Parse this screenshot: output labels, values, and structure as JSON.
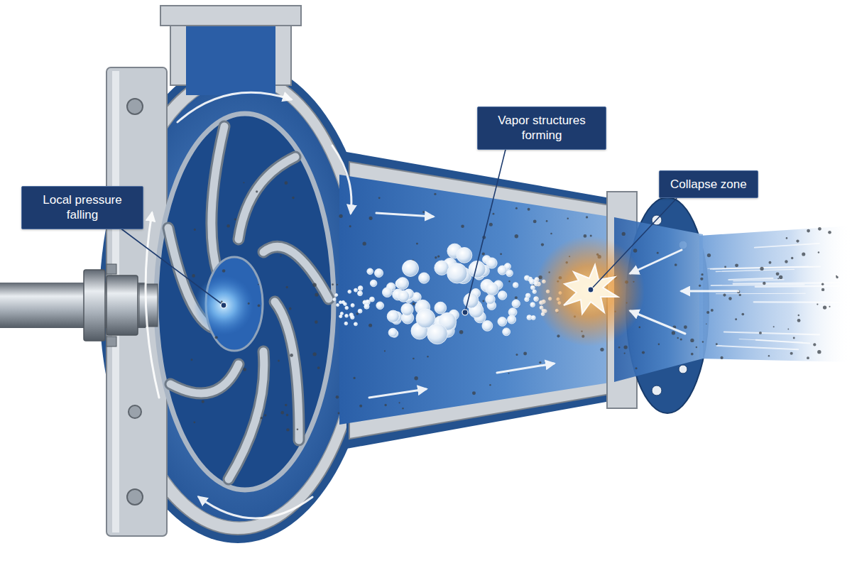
{
  "diagram": {
    "nodes": [
      {
        "text": [
          "Local pressure falling"
        ]
      },
      {
        "text": [
          "Vapor structures forming"
        ]
      },
      {
        "text": [
          "Collapse zone"
        ]
      }
    ]
  }
}
